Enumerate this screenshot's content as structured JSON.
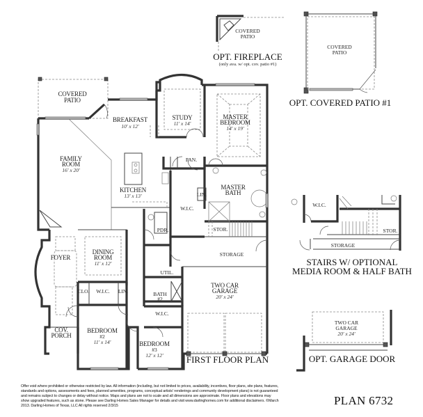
{
  "plan": {
    "number": "PLAN 6732",
    "main_caption": "FIRST FLOOR PLAN"
  },
  "rooms": {
    "covered_patio": {
      "name1": "COVERED",
      "name2": "PATIO"
    },
    "breakfast": {
      "name": "BREAKFAST",
      "dims": "10' x 12'"
    },
    "study": {
      "name": "STUDY",
      "dims": "11' x 14'"
    },
    "master_bedroom": {
      "name1": "MASTER",
      "name2": "BEDROOM",
      "dims": "14' x 19'"
    },
    "family_room": {
      "name1": "FAMILY",
      "name2": "ROOM",
      "dims": "16' x 20'"
    },
    "kitchen": {
      "name": "KITCHEN",
      "dims": "13' x 13'"
    },
    "pantry": {
      "name": "PAN."
    },
    "master_bath": {
      "name1": "MASTER",
      "name2": "BATH"
    },
    "linen_master": {
      "name": "LIN."
    },
    "wic_master": {
      "name": "W.I.C."
    },
    "powder": {
      "name": "PDR."
    },
    "stor_stairs": {
      "name": "STOR."
    },
    "storage": {
      "name": "STORAGE"
    },
    "foyer": {
      "name": "FOYER"
    },
    "dining_room": {
      "name1": "DINING",
      "name2": "ROOM",
      "dims": "11' x 12'"
    },
    "utility": {
      "name": "UTIL."
    },
    "bath2": {
      "name1": "BATH",
      "name2": "#2"
    },
    "closet": {
      "name": "CLO."
    },
    "wic_bed2": {
      "name": "W.I.C."
    },
    "linen_hall": {
      "name": "LIN."
    },
    "wic_bed3": {
      "name": "W.I.C."
    },
    "garage": {
      "name1": "TWO CAR",
      "name2": "GARAGE",
      "dims": "20' x 24'"
    },
    "cov_porch": {
      "name1": "COV.",
      "name2": "PORCH"
    },
    "bedroom2": {
      "name1": "BEDROOM",
      "name2": "#2",
      "dims": "11' x 14'"
    },
    "bedroom3": {
      "name1": "BEDROOM",
      "name2": "#3",
      "dims": "12' x 12'"
    }
  },
  "options": {
    "fireplace": {
      "room1": "COVERED",
      "room2": "PATIO",
      "caption": "OPT. FIREPLACE",
      "note": "(only ava. w/ opt. cov. patio #1)"
    },
    "covered_patio_1": {
      "room1": "COVERED",
      "room2": "PATIO",
      "caption": "OPT. COVERED PATIO #1"
    },
    "stairs_media": {
      "wic": "W.I.C.",
      "stor": "STOR.",
      "storage": "STORAGE",
      "caption1": "STAIRS W/ OPTIONAL",
      "caption2": "MEDIA ROOM & HALF BATH"
    },
    "garage_door": {
      "room1": "TWO CAR",
      "room2": "GARAGE",
      "dims": "20' x 24'",
      "caption": "OPT. GARAGE DOOR"
    }
  },
  "disclaimer": "Offer void where prohibited or otherwise restricted by law. All information (including, but not limited to prices, availability, incentives, floor plans, site plans, features, standards and options, assessments and fees, planned amenities, programs, conceptual artists' renderings and community development plans) is not guaranteed and remains subject to changes or delay without notice. Maps and plans are not to scale and all dimensions are approximate. Floor plans and elevations may show upgraded features, such as stone. Please see Darling Homes Sales Manager for details and visit www.darlinghomes.com for additional disclaimers. ©March 2013. Darling Homes of Texas, LLC All rights reserved 2/3/15"
}
